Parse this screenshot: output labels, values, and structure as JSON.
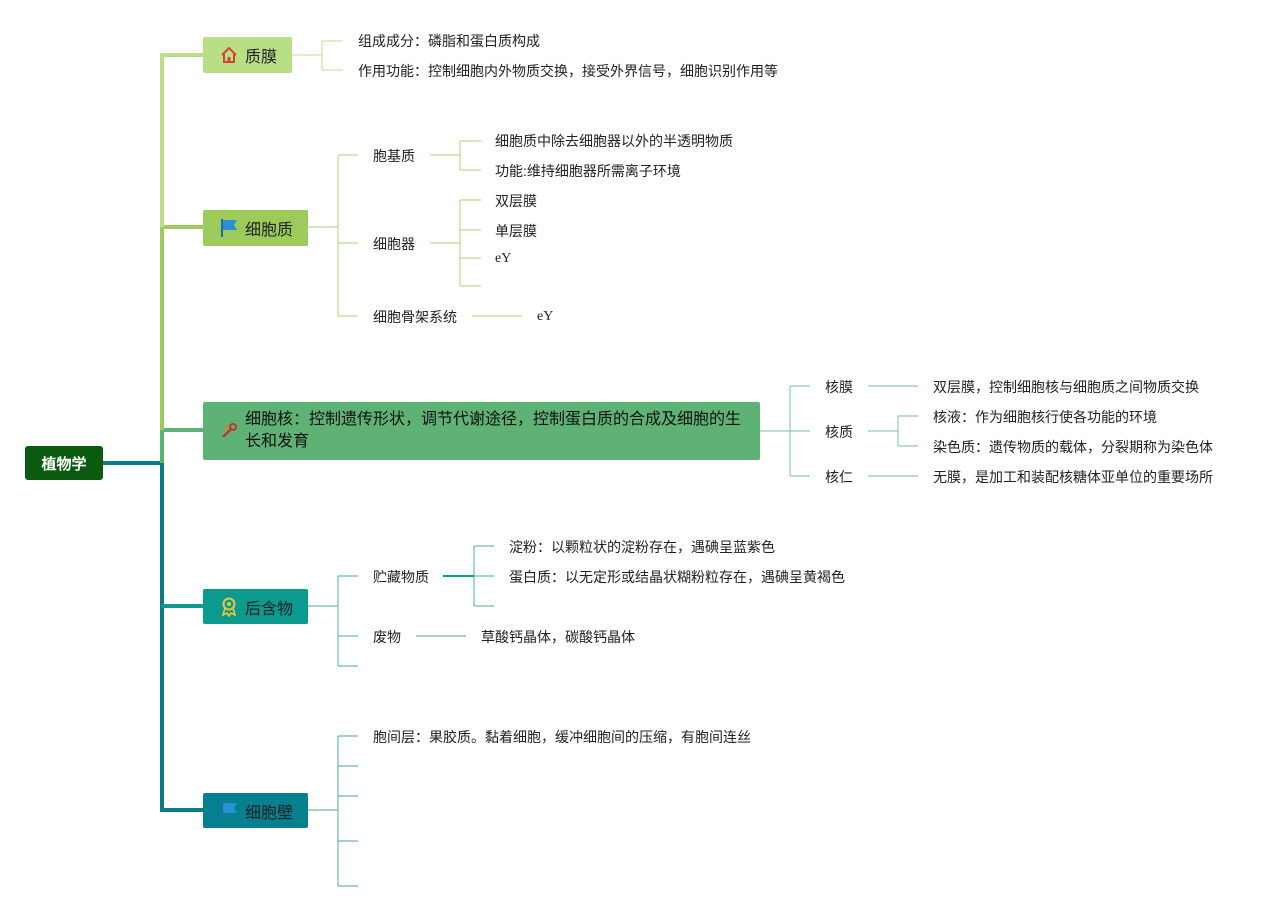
{
  "root": {
    "label": "植物学"
  },
  "colors": {
    "root": "#0a5a10",
    "c1": "#b9df86",
    "c2": "#9ccb5b",
    "c3": "#5fb276",
    "c4": "#0c9a8e",
    "c5": "#04808f",
    "trunk_upper": "#9ccb5b",
    "trunk_lower": "#0a7c86"
  },
  "branches": {
    "zhimo": {
      "label": "质膜",
      "icon": "house-icon",
      "children": {
        "a": "组成成分：磷脂和蛋白质构成",
        "b": "作用功能：控制细胞内外物质交换，接受外界信号，细胞识别作用等"
      }
    },
    "xibaozhi": {
      "label": "细胞质",
      "icon": "flag-icon",
      "baojizhi": {
        "label": "胞基质",
        "children": {
          "a": "细胞质中除去细胞器以外的半透明物质",
          "b": "功能:维持细胞器所需离子环境"
        }
      },
      "xibaoqi": {
        "label": "细胞器",
        "children": {
          "a": "双层膜",
          "b": "单层膜",
          "c": "eY"
        }
      },
      "gujia": {
        "label": "细胞骨架系统",
        "children": {
          "a": "eY"
        }
      }
    },
    "xibaohe": {
      "label_line1": "细胞核：控制遗传形状，调节代谢途径，控制蛋白质的合成及细胞的生",
      "label_line2": "长和发育",
      "icon": "tools-icon",
      "hemo": {
        "label": "核膜",
        "child": "双层膜，控制细胞核与细胞质之间物质交换"
      },
      "hezhi": {
        "label": "核质",
        "children": {
          "a": "核液：作为细胞核行使各功能的环境",
          "b": "染色质：遗传物质的载体，分裂期称为染色体"
        }
      },
      "heren": {
        "label": "核仁",
        "child": "无膜，是加工和装配核糖体亚单位的重要场所"
      }
    },
    "houhanwu": {
      "label": "后含物",
      "icon": "award-icon",
      "zhucang": {
        "label": "贮藏物质",
        "children": {
          "a": "淀粉：以颗粒状的淀粉存在，遇碘呈蓝紫色",
          "b": "蛋白质：以无定形或结晶状糊粉粒存在，遇碘呈黄褐色"
        }
      },
      "feiwu": {
        "label": "废物",
        "child": "草酸钙晶体，碳酸钙晶体"
      }
    },
    "xibaobi": {
      "label": "细胞壁",
      "icon": "flag-icon",
      "children": {
        "a": "胞间层：果胶质。黏着细胞，缓冲细胞间的压缩，有胞间连丝"
      }
    }
  }
}
